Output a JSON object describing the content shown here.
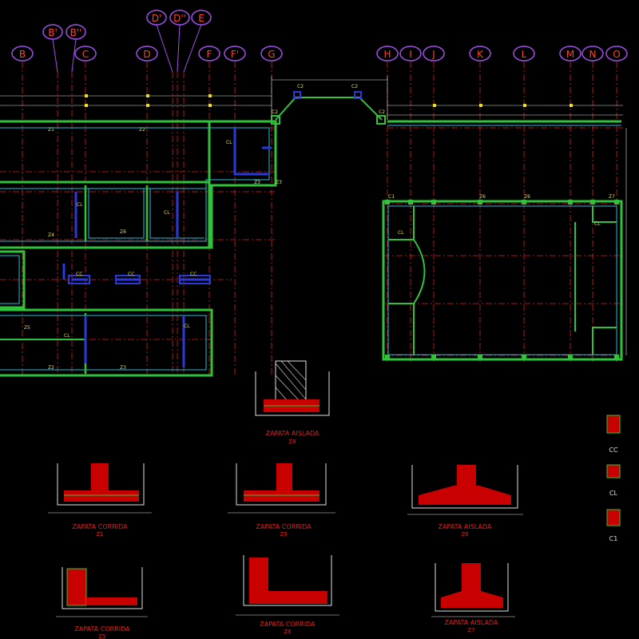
{
  "grid_bubbles": {
    "row1": [
      "B",
      "C",
      "D",
      "F",
      "F'",
      "G",
      "H",
      "I",
      "J",
      "K",
      "L",
      "M",
      "N",
      "O"
    ],
    "row2": [
      "B'",
      "B''",
      "D'",
      "D''",
      "E"
    ]
  },
  "plan_labels": {
    "z1": "Z1",
    "z2": "Z2",
    "z3": "Z3",
    "z4": "Z4",
    "z5": "Z5",
    "z6": "Z6",
    "z7": "Z7",
    "cl": "CL",
    "cc": "CC",
    "c1": "C1",
    "c2": "C2"
  },
  "details": [
    {
      "title": "ZAPATA AISLADA",
      "code": "Z8"
    },
    {
      "title": "ZAPATA CORRIDA",
      "code": "Z1"
    },
    {
      "title": "ZAPATA CORRIDA",
      "code": "Z3"
    },
    {
      "title": "ZAPATA AISLADA",
      "code": "Z6"
    },
    {
      "title": "ZAPATA CORRIDA",
      "code": "Z5"
    },
    {
      "title": "ZAPATA CORRIDA",
      "code": "Z8"
    },
    {
      "title": "ZAPATA AISLADA",
      "code": "Z7"
    }
  ],
  "sections": [
    {
      "code": "CC"
    },
    {
      "code": "CL"
    },
    {
      "code": "C1"
    }
  ],
  "colors": {
    "background": "#000000",
    "grid": "#d81e1e",
    "walls_green": "#2fc23a",
    "walls_cyan": "#2ab8d8",
    "blue_members": "#2a3ad8",
    "text_yellow": "#e8e020",
    "bubble_purple": "#a050e8",
    "dimension_lines": "#e0e0e0",
    "concrete_fill": "#c80000",
    "bubble_text": "#ff4030"
  }
}
